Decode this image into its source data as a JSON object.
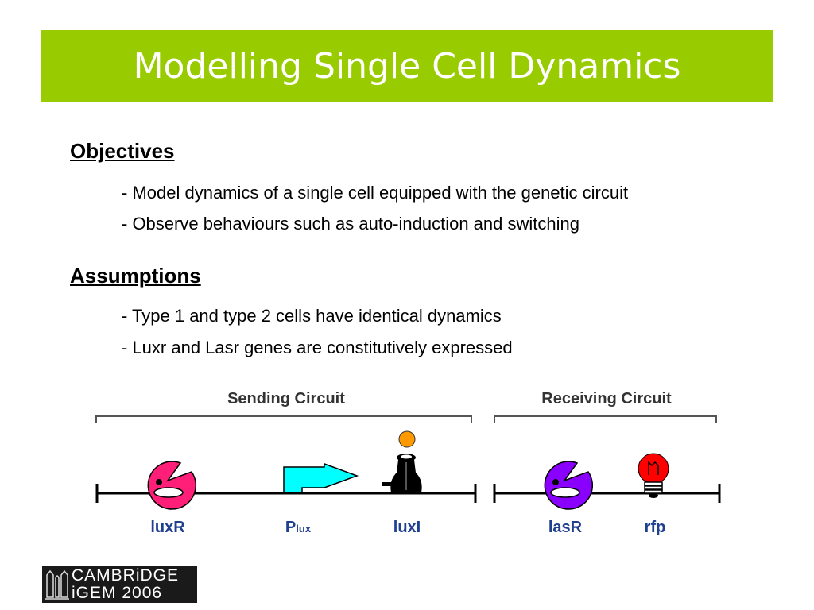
{
  "title": "Modelling Single Cell Dynamics",
  "sections": [
    {
      "heading": "Objectives",
      "bullets": [
        "- Model dynamics of a single cell equipped with the genetic circuit",
        "- Observe behaviours such as auto-induction and switching"
      ]
    },
    {
      "heading": "Assumptions",
      "bullets": [
        "- Type 1 and type 2 cells have identical dynamics",
        "- Luxr and Lasr genes are constitutively expressed"
      ]
    }
  ],
  "diagram": {
    "sending_label": "Sending Circuit",
    "receiving_label": "Receiving Circuit",
    "parts": {
      "luxR": "luxR",
      "plux_main": "P",
      "plux_sub": "lux",
      "luxI": "luxI",
      "lasR": "lasR",
      "rfp": "rfp"
    },
    "colors": {
      "luxR": "#ff1e78",
      "plux": "#00ffff",
      "luxI": "#000000",
      "signal": "#ff9900",
      "lasR": "#8a00ff",
      "rfp": "#ff0000",
      "label": "#1f3f8f"
    }
  },
  "logo": {
    "line1": "CAMBRiDGE",
    "line2": "iGEM 2006"
  },
  "colors": {
    "title_bar": "#99cc00",
    "title_text": "#ffffff"
  }
}
